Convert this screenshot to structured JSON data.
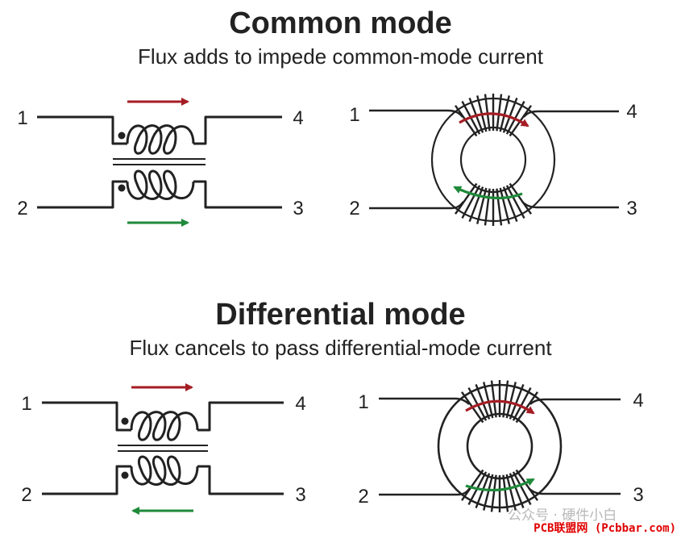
{
  "common_mode": {
    "title": "Common mode",
    "subtitle": "Flux adds to impede common-mode current",
    "pins": {
      "p1": "1",
      "p2": "2",
      "p3": "3",
      "p4": "4"
    }
  },
  "differential_mode": {
    "title": "Differential mode",
    "subtitle": "Flux cancels to pass differential-mode current",
    "pins": {
      "p1": "1",
      "p2": "2",
      "p3": "3",
      "p4": "4"
    }
  },
  "colors": {
    "wire": "#222222",
    "red_arrow": "#a51d24",
    "green_arrow": "#1f8a3a"
  },
  "watermark": "公众号 · 硬件小白",
  "credit": "PCB联盟网 (Pcbbar.com)"
}
